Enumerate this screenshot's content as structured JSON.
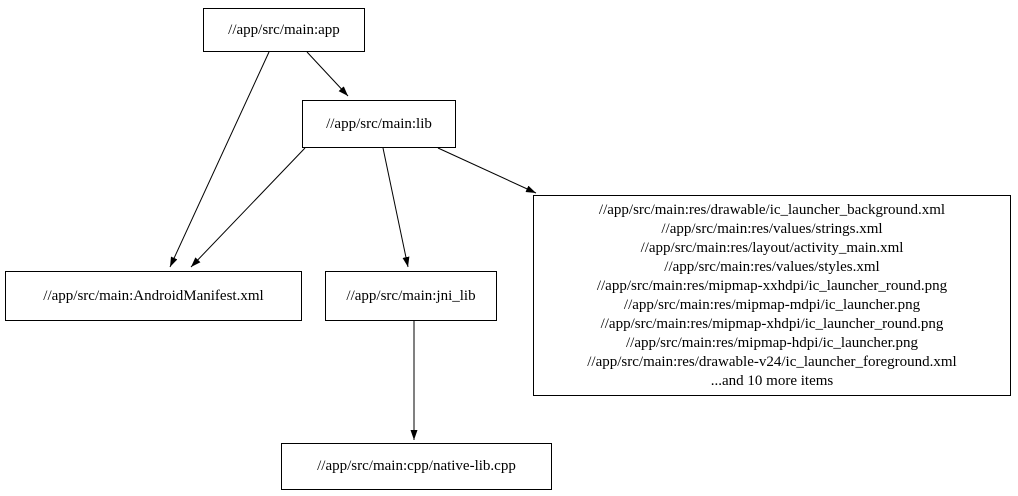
{
  "diagram": {
    "type": "directed-dependency-graph",
    "background_color": "#ffffff",
    "node_border_color": "#000000",
    "node_fill_color": "#ffffff",
    "edge_color": "#000000",
    "text_color": "#000000",
    "nodes": {
      "app": {
        "label": "//app/src/main:app"
      },
      "lib": {
        "label": "//app/src/main:lib"
      },
      "manifest": {
        "label": "//app/src/main:AndroidManifest.xml"
      },
      "jni_lib": {
        "label": "//app/src/main:jni_lib"
      },
      "native_lib": {
        "label": "//app/src/main:cpp/native-lib.cpp"
      },
      "resources": {
        "lines": [
          "//app/src/main:res/drawable/ic_launcher_background.xml",
          "//app/src/main:res/values/strings.xml",
          "//app/src/main:res/layout/activity_main.xml",
          "//app/src/main:res/values/styles.xml",
          "//app/src/main:res/mipmap-xxhdpi/ic_launcher_round.png",
          "//app/src/main:res/mipmap-mdpi/ic_launcher.png",
          "//app/src/main:res/mipmap-xhdpi/ic_launcher_round.png",
          "//app/src/main:res/mipmap-hdpi/ic_launcher.png",
          "//app/src/main:res/drawable-v24/ic_launcher_foreground.xml",
          "...and 10 more items"
        ]
      }
    },
    "edges": [
      {
        "from": "app",
        "to": "lib"
      },
      {
        "from": "app",
        "to": "manifest"
      },
      {
        "from": "lib",
        "to": "manifest"
      },
      {
        "from": "lib",
        "to": "jni_lib"
      },
      {
        "from": "lib",
        "to": "resources"
      },
      {
        "from": "jni_lib",
        "to": "native_lib"
      }
    ]
  }
}
